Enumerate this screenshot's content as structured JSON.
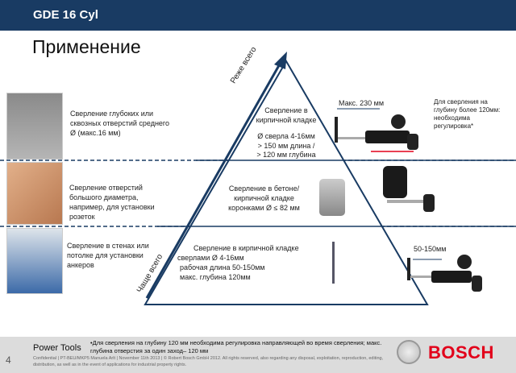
{
  "header": {
    "title": "GDE 16 Cyl"
  },
  "page_title": "Применение",
  "axis": {
    "top": "Реже всего",
    "bottom": "Чаще всего"
  },
  "rows": [
    {
      "left_text": "Сверление глубоких или сквозных отверстий среднего Ø (макс.16 мм)",
      "pyramid_lines": [
        "Сверление в",
        "кирпичной кладке",
        "",
        "Ø  сверла 4-16мм",
        "> 150 мм длина  /",
        "> 120 мм глубина"
      ],
      "dimension_label": "Макс. 230 мм",
      "note": "Для сверления  на глубину более 120мм: необходима регулировка*"
    },
    {
      "left_text": "Сверление отверстий большого диаметра, например,  для установки розеток",
      "pyramid_lines": [
        "Сверление в бетоне/",
        "кирпичной кладке",
        "коронками Ø ≤ 82 мм"
      ]
    },
    {
      "left_text": "Сверление в стенах или потолке для установки анкеров",
      "pyramid_lines": [
        "Сверление в кирпичной кладке",
        "сверлами Ø 4-16мм",
        "рабочая длина 50-150мм",
        "макс. глубина 120мм"
      ],
      "dimension_label": "50-150мм"
    }
  ],
  "footer": {
    "brand_line": "Power Tools",
    "footnote": "•Для сверления на глубину 120 мм необходима регулировка направляющей во время сверления; макс. глубина отверстия за один заход– 120 мм",
    "confidential": "Confidential | PT-BEU/MKP5 Manuela Arlt | November 11th 2013 | © Robert Bosch GmbH 2012. All rights reserved, also regarding any disposal, exploitation, reproduction, editing, distribution, as well as in the event of applications for industrial property rights.",
    "page_number": "4",
    "logo": "BOSCH"
  },
  "colors": {
    "navy": "#193b63",
    "red": "#e2001a"
  }
}
